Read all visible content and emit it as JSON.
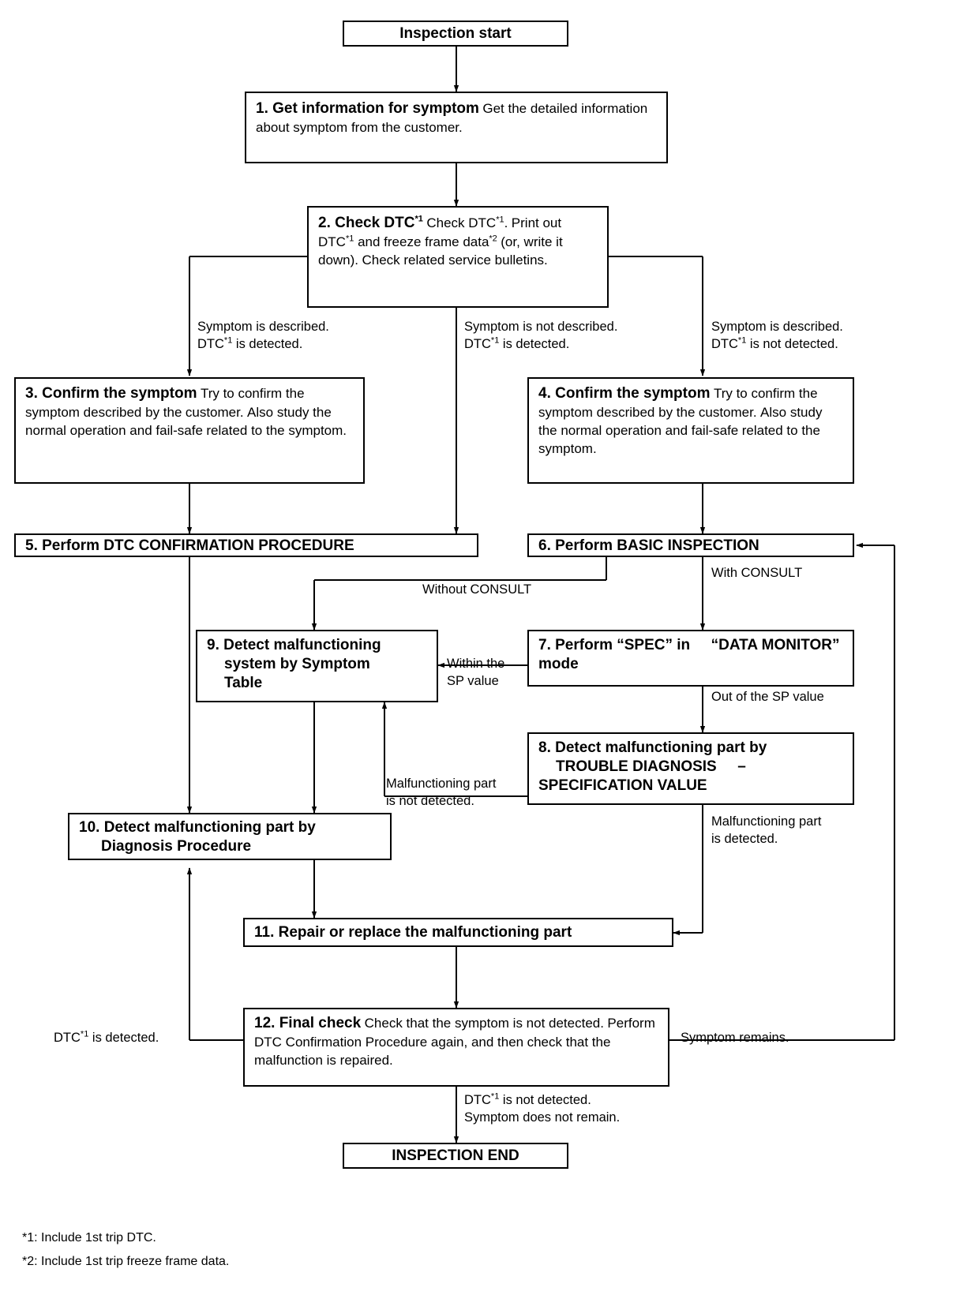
{
  "diagram": {
    "title": "Work Flow / Inspection Procedure Flowchart",
    "nodes": {
      "start": {
        "label": "Inspection start"
      },
      "n1": {
        "title": "1. Get information for symptom",
        "body": "Get the detailed information about symptom from the customer."
      },
      "n2": {
        "title": "2. Check DTC*1",
        "body_l1": "Check DTC*1.",
        "body_l2": "Print out DTC*1 and freeze frame data*2",
        "body_l3": "(or, write it down).",
        "body_l4": "Check related service bulletins."
      },
      "n3": {
        "title": "3. Confirm the symptom",
        "body_l1": "Try to confirm the symptom described by the",
        "body_l2": "customer.",
        "body_l3": "Also study the normal operation and fail-safe",
        "body_l4": "related to the symptom."
      },
      "n4": {
        "title": "4. Confirm the symptom",
        "body_l1": "Try to confirm the symptom described by the",
        "body_l2": "customer.",
        "body_l3": "Also study the normal operation and fail-safe",
        "body_l4": "related to the symptom."
      },
      "n5": {
        "title": "5. Perform DTC CONFIRMATION PROCEDURE"
      },
      "n6": {
        "title": "6. Perform BASIC INSPECTION"
      },
      "n7": {
        "title_l1": "7. Perform “SPEC” in",
        "title_l2": "“DATA MONITOR” mode"
      },
      "n8": {
        "title_l1": "8. Detect malfunctioning part by",
        "title_l2": "TROUBLE DIAGNOSIS",
        "title_l3": "– SPECIFICATION VALUE"
      },
      "n9": {
        "title_l1": "9. Detect malfunctioning",
        "title_l2": "system by Symptom",
        "title_l3": "Table"
      },
      "n10": {
        "title_l1": "10. Detect malfunctioning part by",
        "title_l2": "Diagnosis Procedure"
      },
      "n11": {
        "title": "11. Repair or replace the malfunctioning part"
      },
      "n12": {
        "title": "12. Final check",
        "body_l1": "Check that the symptom is not detected.",
        "body_l2": "Perform DTC Confirmation Procedure again, and then",
        "body_l3": "check that the malfunction is repaired."
      },
      "end": {
        "label": "INSPECTION END"
      }
    },
    "edge_labels": {
      "e_left_l1": "Symptom is described.",
      "e_left_l2": "DTC*1 is detected.",
      "e_mid_l1": "Symptom is not described.",
      "e_mid_l2": "DTC*1 is detected.",
      "e_right_l1": "Symptom is described.",
      "e_right_l2": "DTC*1 is not detected.",
      "e_with_consult": "With CONSULT",
      "e_without_consult": "Without CONSULT",
      "e_within_sp_l1": "Within the",
      "e_within_sp_l2": "SP value",
      "e_out_sp": "Out of the SP value",
      "e_mp_not_det_l1": "Malfunctioning part",
      "e_mp_not_det_l2": "is not detected.",
      "e_mp_det_l1": "Malfunctioning part",
      "e_mp_det_l2": "is detected.",
      "e_dtc_detected": "DTC*1 is detected.",
      "e_symptom_remains": "Symptom remains.",
      "e_end_l1": "DTC*1 is not detected.",
      "e_end_l2": "Symptom does not remain."
    },
    "footnotes": {
      "f1": "*1: Include 1st trip DTC.",
      "f2": "*2: Include 1st trip freeze frame data."
    },
    "colors": {
      "ink": "#000000",
      "paper": "#ffffff"
    }
  }
}
